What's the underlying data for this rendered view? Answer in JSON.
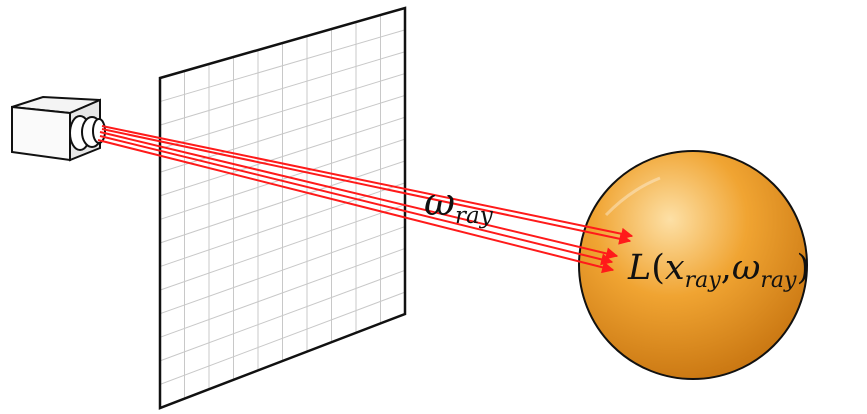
{
  "labels": {
    "direction_symbol": "ω",
    "direction_subscript": "ray",
    "radiance_function": "L",
    "open_paren": "(",
    "position_symbol": "x",
    "position_subscript": "ray",
    "separator": ",",
    "direction_symbol_2": "ω",
    "direction_subscript_2": "ray",
    "close_paren": ")"
  },
  "colors": {
    "ray": "#ff1a1a",
    "sphere_light": "#fde0a6",
    "sphere_mid": "#f0a432",
    "sphere_dark": "#c77410",
    "grid_line": "#c8c8c8",
    "outline": "#111111"
  },
  "icons": [
    "camera-icon"
  ]
}
